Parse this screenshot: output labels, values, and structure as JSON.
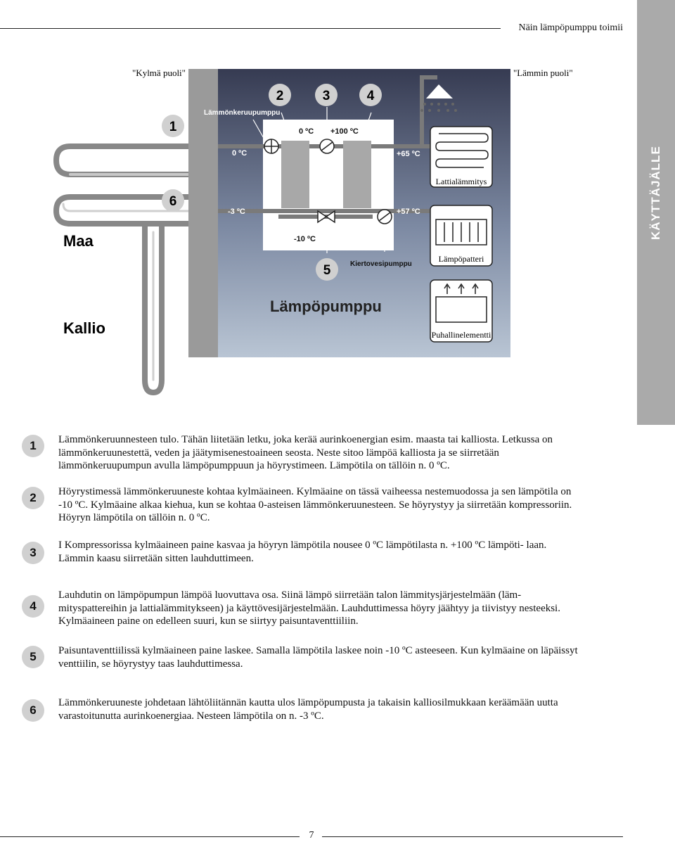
{
  "header": {
    "title": "Näin lämpöpumppu toimii"
  },
  "side_tab": {
    "label": "KÄYTTÄJÄLLE"
  },
  "diagram": {
    "cold_side_label": "\"Kylmä puoli\"",
    "warm_side_label": "\"Lämmin puoli\"",
    "ground_label": "Maa",
    "rock_label": "Kallio",
    "pump_title": "Lämpöpumppu",
    "brine_pump_label": "Lämmönkeruupumppu",
    "circ_pump_label": "Kiertovesipumppu",
    "floor_heating_label": "Lattialämmitys",
    "radiator_label": "Lämpöpatteri",
    "fan_coil_label": "Puhallinelementti",
    "temps": {
      "inlet": "0 ºC",
      "outlet": "-3 ºC",
      "evap_top": "0 ºC",
      "comp_out": "+100 ºC",
      "supply": "+65 ºC",
      "return": "+57 ºC",
      "expansion": "-10 ºC"
    },
    "markers": [
      "1",
      "2",
      "3",
      "4",
      "5",
      "6"
    ],
    "colors": {
      "bg_top": "#3a3f55",
      "bg_bottom": "#b7c3d2",
      "wall": "#9a9a9a",
      "pipe": "#7a7a7a"
    }
  },
  "steps": [
    {
      "num": "1",
      "text": "Lämmönkeruunnesteen tulo. Tähän liitetään letku, joka kerää aurinkoenergian esim. maasta tai kalliosta. Letkussa on lämmönkeruunestettä, veden ja jäätymisenestoaineen seosta. Neste sitoo lämpöä kalliosta ja se siirretään lämmönkeruupumpun avulla lämpöpumppuun ja höyrystimeen. Lämpötila on tällöin n. 0 ºC."
    },
    {
      "num": "2",
      "text": "Höyrystimessä lämmönkeruuneste kohtaa kylmäaineen. Kylmäaine on tässä vaiheessa nestemuodossa ja sen lämpötila on -10 ºC. Kylmäaine alkaa kiehua, kun se kohtaa 0-asteisen lämmönkeruunesteen. Se höyrystyy ja siirretään kompressoriin. Höyryn lämpötila on tällöin n. 0 ºC."
    },
    {
      "num": "3",
      "text": "I Kompressorissa kylmäaineen paine kasvaa ja höyryn lämpötila nousee 0 ºC lämpötilasta n. +100 ºC lämpöti- laan. Lämmin kaasu siirretään sitten lauhduttimeen."
    },
    {
      "num": "4",
      "text": "Lauhdutin on lämpöpumpun lämpöä luovuttava osa. Siinä lämpö siirretään talon lämmitysjärjestelmään (läm- mityspattereihin ja lattialämmitykseen) ja käyttövesijärjestelmään. Lauhduttimessa höyry jäähtyy ja tiivistyy nesteeksi. Kylmäaineen paine on edelleen suuri, kun se siirtyy paisuntaventtiiliin."
    },
    {
      "num": "5",
      "text": "Paisuntaventtiilissä kylmäaineen paine laskee. Samalla lämpötila laskee noin -10 ºC asteeseen. Kun kylmäaine on läpäissyt venttiilin, se höyrystyy taas lauhduttimessa."
    },
    {
      "num": "6",
      "text": "Lämmönkeruuneste johdetaan lähtöliitännän kautta ulos lämpöpumpusta ja takaisin kalliosilmukkaan keräämään uutta varastoitunutta aurinkoenergiaa. Nesteen lämpötila on n. -3 ºC."
    }
  ],
  "footer": {
    "page_number": "7"
  }
}
